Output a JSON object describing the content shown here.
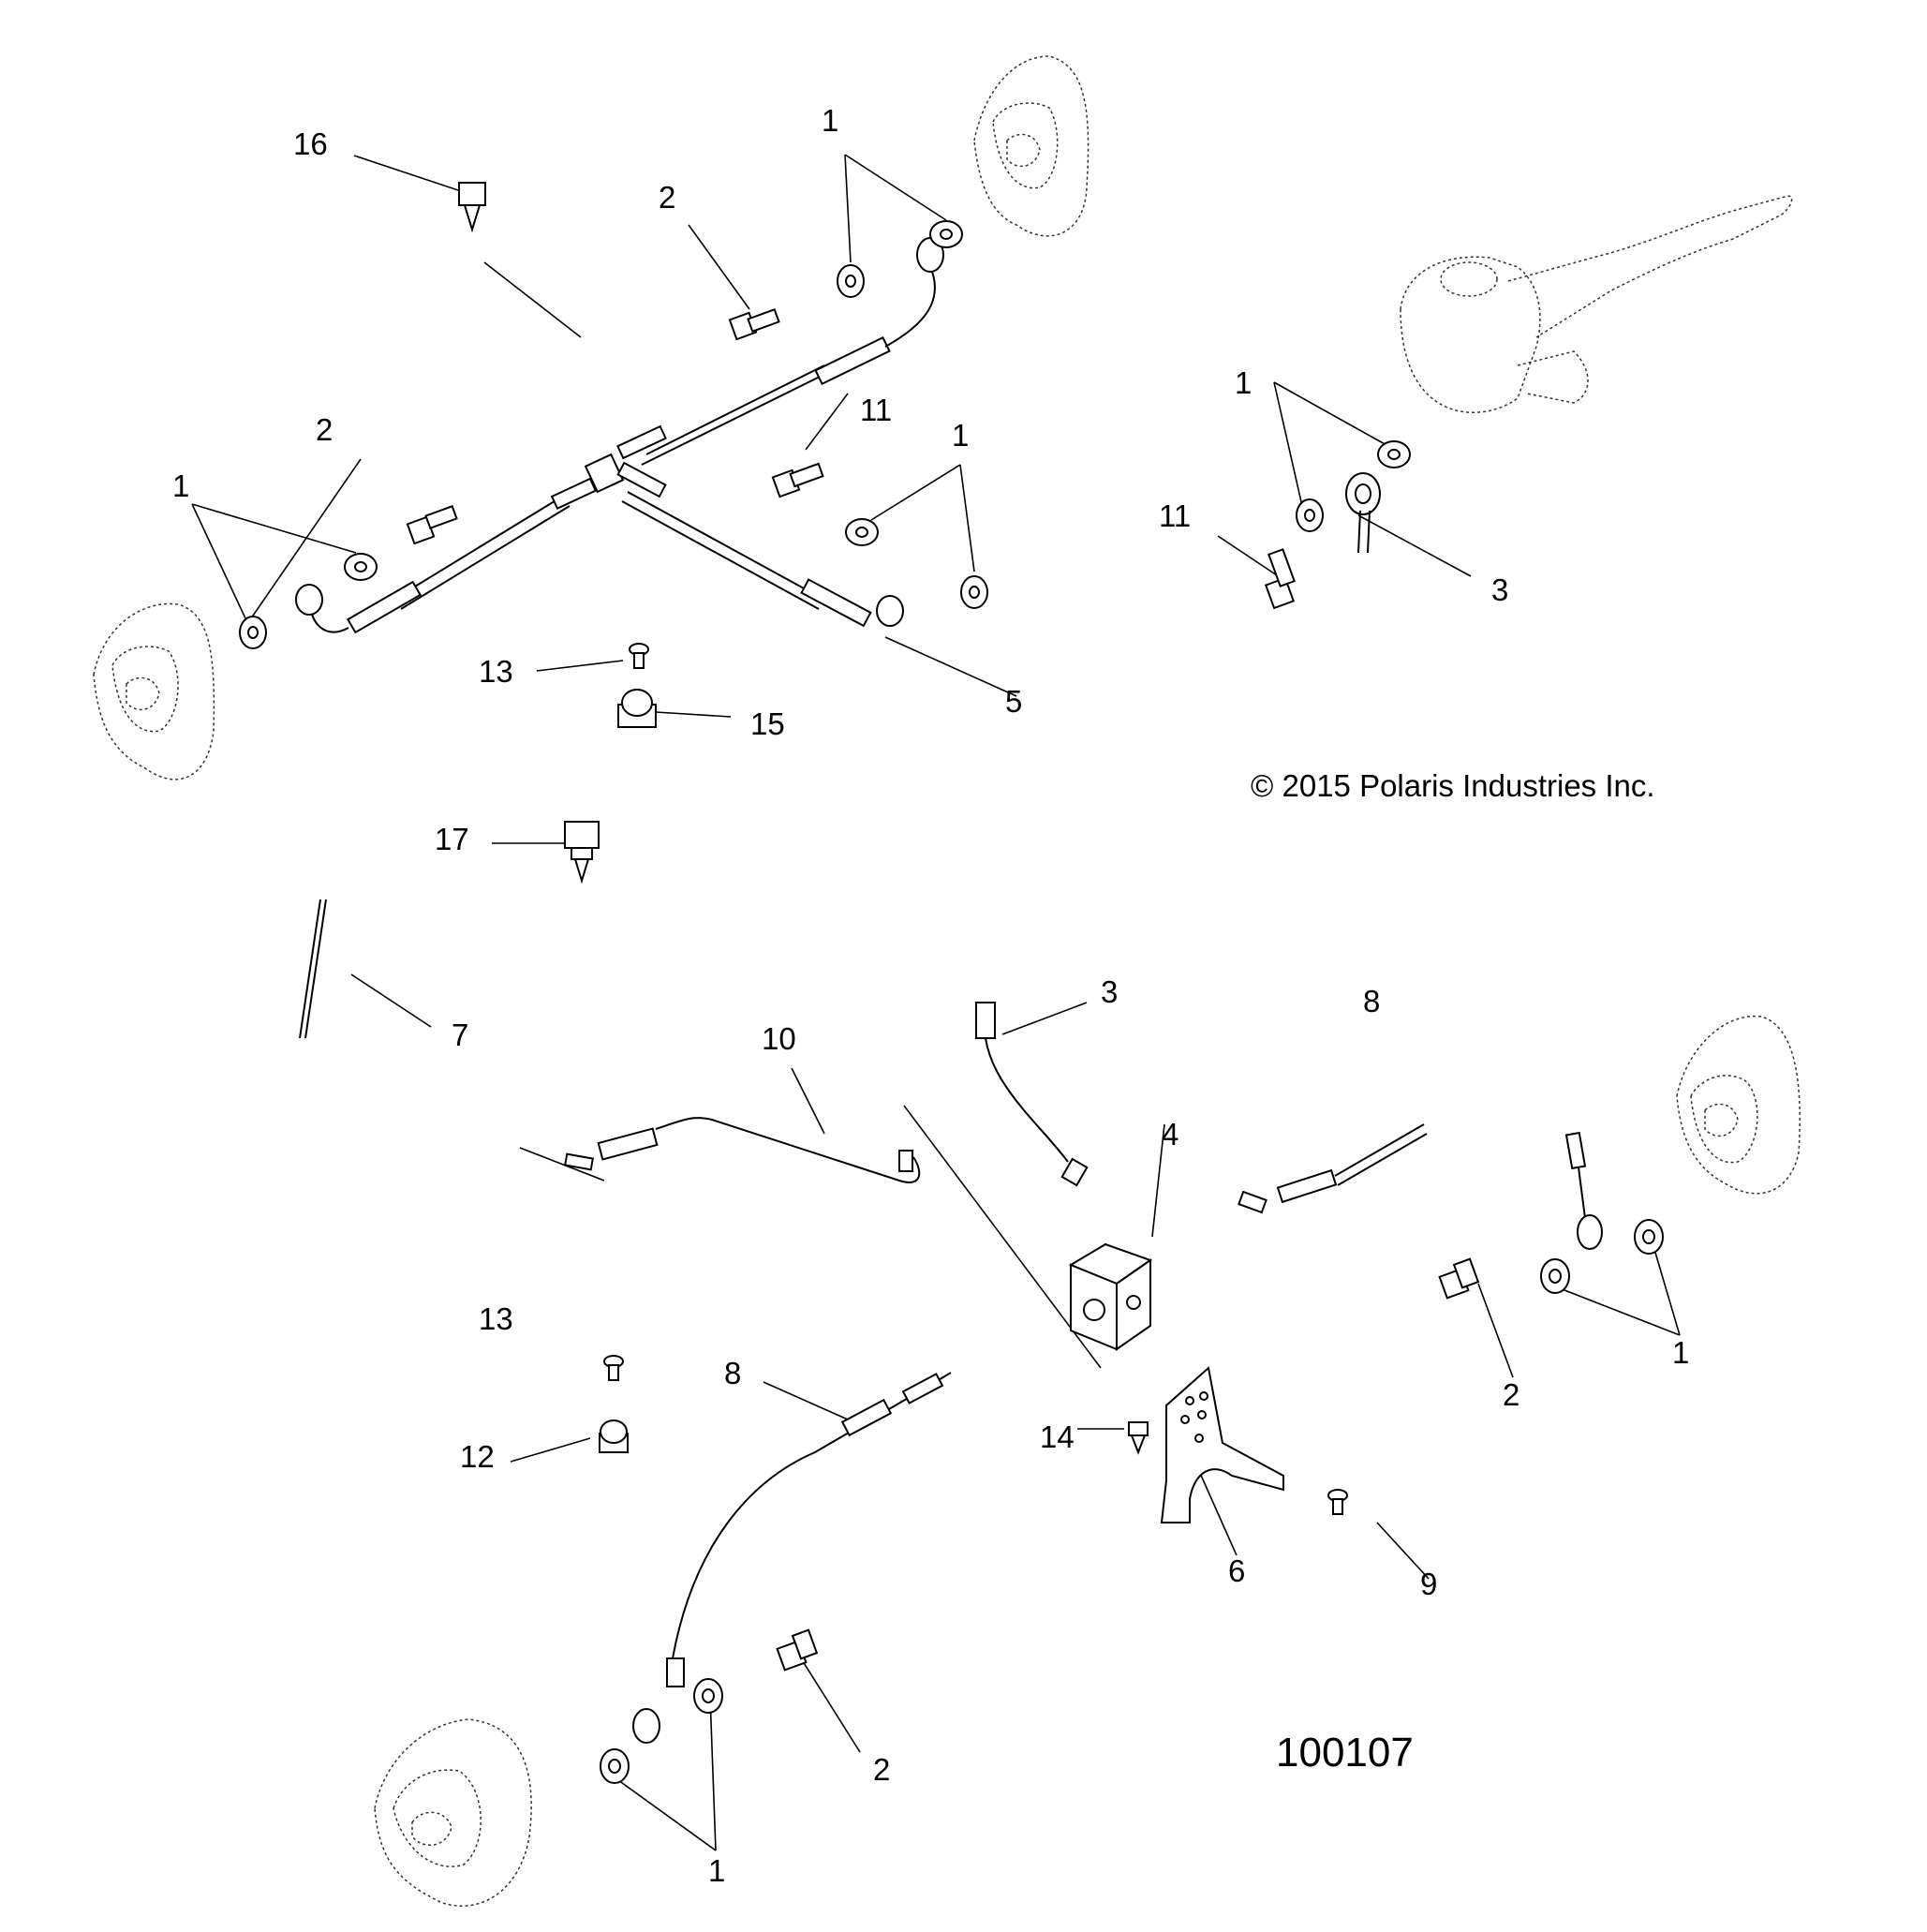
{
  "copyright": "© 2015 Polaris Industries Inc.",
  "drawing_number": "100107",
  "callouts": [
    {
      "id": "c16",
      "label": "16"
    },
    {
      "id": "c2a",
      "label": "2"
    },
    {
      "id": "c1a",
      "label": "1"
    },
    {
      "id": "c2b",
      "label": "2"
    },
    {
      "id": "c1b",
      "label": "1"
    },
    {
      "id": "c11a",
      "label": "11"
    },
    {
      "id": "c1c",
      "label": "1"
    },
    {
      "id": "c13a",
      "label": "13"
    },
    {
      "id": "c15",
      "label": "15"
    },
    {
      "id": "c5",
      "label": "5"
    },
    {
      "id": "c1d",
      "label": "1"
    },
    {
      "id": "c11b",
      "label": "11"
    },
    {
      "id": "c3a",
      "label": "3"
    },
    {
      "id": "c17",
      "label": "17"
    },
    {
      "id": "c7",
      "label": "7"
    },
    {
      "id": "c3b",
      "label": "3"
    },
    {
      "id": "c10",
      "label": "10"
    },
    {
      "id": "c8a",
      "label": "8"
    },
    {
      "id": "c4",
      "label": "4"
    },
    {
      "id": "c13b",
      "label": "13"
    },
    {
      "id": "c12",
      "label": "12"
    },
    {
      "id": "c8b",
      "label": "8"
    },
    {
      "id": "c14",
      "label": "14"
    },
    {
      "id": "c6",
      "label": "6"
    },
    {
      "id": "c9",
      "label": "9"
    },
    {
      "id": "c2c",
      "label": "2"
    },
    {
      "id": "c1e",
      "label": "1"
    },
    {
      "id": "c2d",
      "label": "2"
    },
    {
      "id": "c1f",
      "label": "1"
    }
  ]
}
